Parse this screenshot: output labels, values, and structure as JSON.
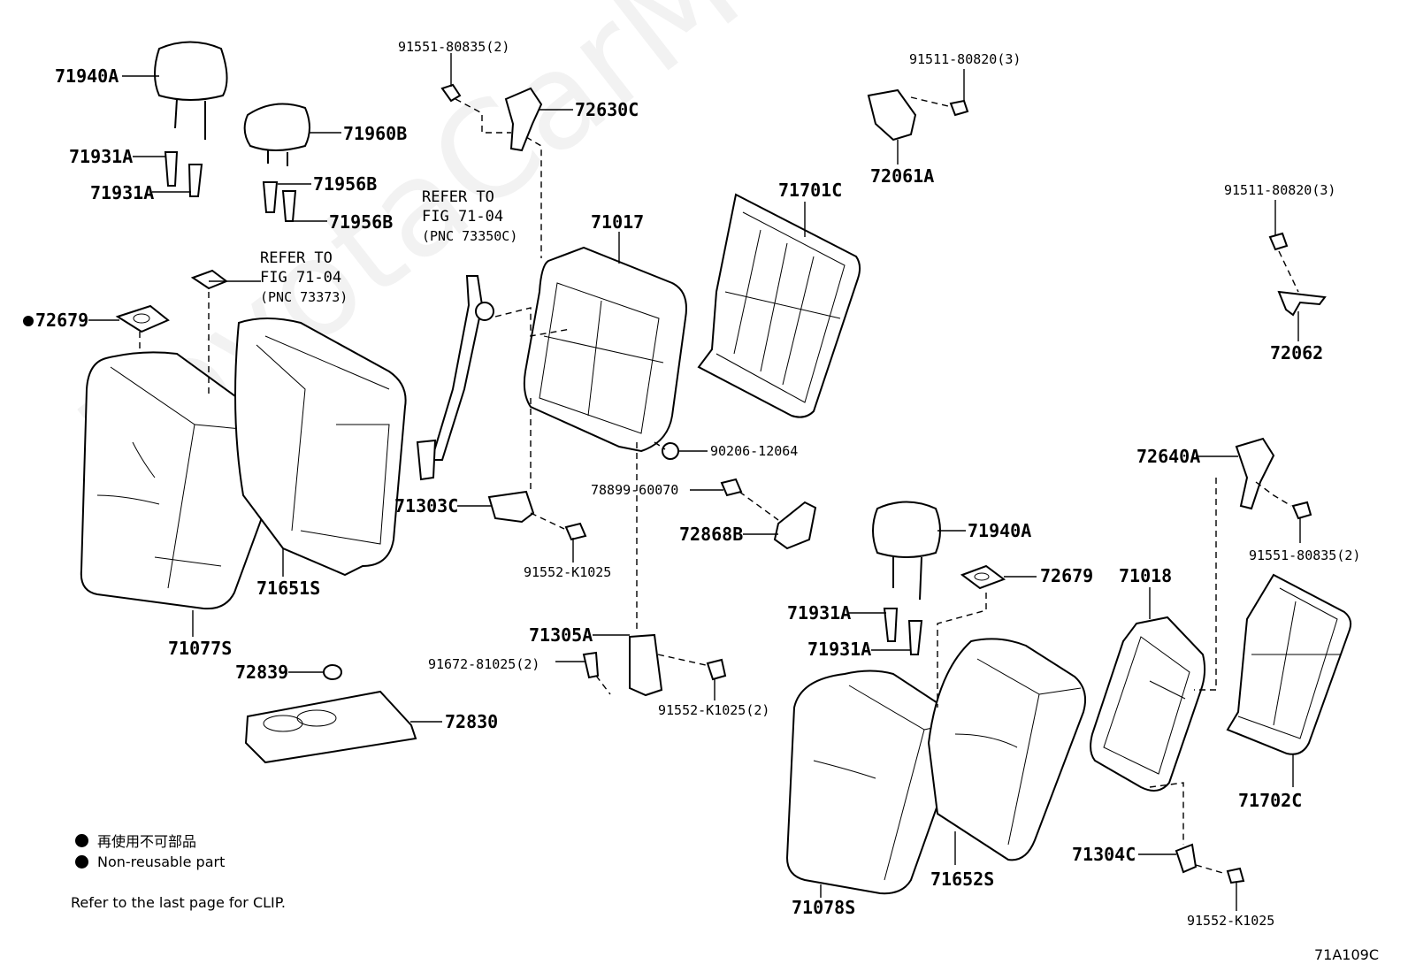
{
  "watermark": "ToyotaCarMine.ru",
  "figure_code": "71A109C",
  "legend": {
    "jp": "再使用不可部品",
    "en": "Non-reusable part"
  },
  "note": "Refer to the last page for CLIP.",
  "refs": {
    "r1": {
      "line1": "REFER TO",
      "line2": "FIG 71-04",
      "line3": "(PNC 73373)"
    },
    "r2": {
      "line1": "REFER TO",
      "line2": "FIG 71-04",
      "line3": "(PNC 73350C)"
    }
  },
  "labels": {
    "p71940A_1": "71940A",
    "p71960B": "71960B",
    "p71931A_1": "71931A",
    "p71931A_2": "71931A",
    "p71956B_1": "71956B",
    "p71956B_2": "71956B",
    "p72679_1": "72679",
    "p71077S": "71077S",
    "p71651S": "71651S",
    "p72839": "72839",
    "p72830": "72830",
    "p91551_1": "91551-80835(2)",
    "p72630C": "72630C",
    "p71017": "71017",
    "p71303C": "71303C",
    "p91552_1": "91552-K1025",
    "p71305A": "71305A",
    "p91672": "91672-81025(2)",
    "p91552_2": "91552-K1025(2)",
    "p90206": "90206-12064",
    "p78899": "78899-60070",
    "p72868B": "72868B",
    "p71701C": "71701C",
    "p91511_1": "91511-80820(3)",
    "p72061A": "72061A",
    "p91511_2": "91511-80820(3)",
    "p72062": "72062",
    "p72640A": "72640A",
    "p91551_2": "91551-80835(2)",
    "p71940A_2": "71940A",
    "p72679_2": "72679",
    "p71931A_3": "71931A",
    "p71931A_4": "71931A",
    "p71018": "71018",
    "p71702C": "71702C",
    "p71078S": "71078S",
    "p71652S": "71652S",
    "p71304C": "71304C",
    "p91552_3": "91552-K1025"
  }
}
